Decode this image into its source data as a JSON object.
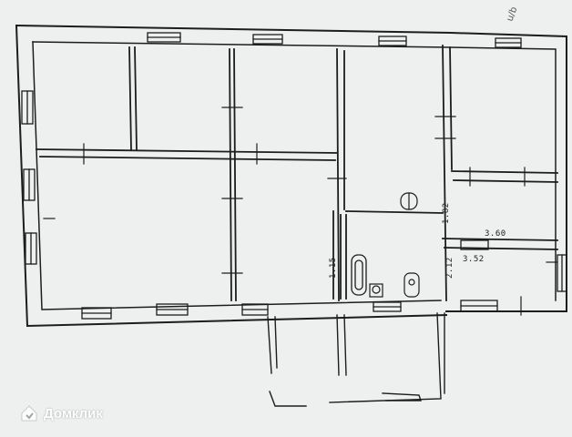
{
  "plan": {
    "corner_note": "u/b",
    "dimensions": {
      "d1": "1.82",
      "d2": "3.60",
      "d3": "3.52",
      "d4": "1.15",
      "d5": "2.12"
    }
  },
  "watermark": {
    "text": "Домклик",
    "icon": "house-logo-icon"
  },
  "colors": {
    "paper": "#eef0ef",
    "ink": "#1d1d1d",
    "watermark": "#ffffff"
  }
}
